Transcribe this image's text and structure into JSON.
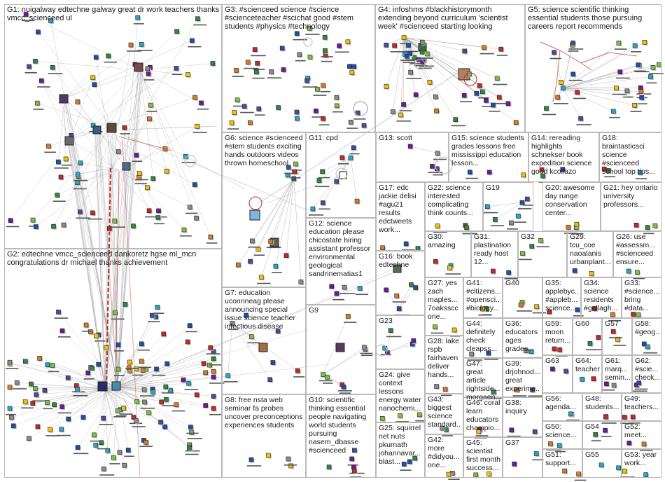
{
  "title": "",
  "colors": {
    "background": "#ffffff",
    "edge": "#9a9a9a",
    "strong_edge": "#c62828",
    "box_border": "#b9b9b9",
    "node_palette": [
      "#1f4fa8",
      "#2e8b3a",
      "#6a1b9a",
      "#c62828",
      "#f2c200",
      "#2aa7c8",
      "#7cc242",
      "#4b4b9b",
      "#d87c2a",
      "#8c8c8c"
    ]
  },
  "groups": [
    {
      "id": "G1",
      "label": "G1: nuigalway edtechne galway great dr work teachers thanks vmcc_scienceed ul"
    },
    {
      "id": "G2",
      "label": "G2: edtechne vmcc_scienceed dankoretz hgse ml_mcn congratulations dr michael thanks achievement"
    },
    {
      "id": "G3",
      "label": "G3: #scienceed science #science #scienceteacher #scichat good #stem students #physics #technology"
    },
    {
      "id": "G4",
      "label": "G4: infoshms #blackhistorymonth extending beyond curriculum 'scientist week' #scienceed starting looking"
    },
    {
      "id": "G5",
      "label": "G5: science scientific thinking essential students those pursuing careers report recommends"
    },
    {
      "id": "G6",
      "label": "G6: science #scienceed #stem students exciting hands outdoors videos thrown homeschool"
    },
    {
      "id": "G7",
      "label": "G7: education uconnneag please announcing special issue science teacher infectious disease"
    },
    {
      "id": "G8",
      "label": "G8: free nsta web seminar fa probes uncover preconceptions experiences students"
    },
    {
      "id": "G9",
      "label": "G9"
    },
    {
      "id": "G10",
      "label": "G10: scientific thinking essential people navigating world students pursuing nasem_dbasse #scienceed"
    },
    {
      "id": "G11",
      "label": "G11: cpd"
    },
    {
      "id": "G12",
      "label": "G12: science education please chicostate hiring assistant professor environmental geological sandrinematias1"
    },
    {
      "id": "G13",
      "label": "G13: scott"
    },
    {
      "id": "G14",
      "label": "G14: rereading highlights schnekser book expedition science good kcollazo"
    },
    {
      "id": "G15",
      "label": "G15: science students grades lessons free mississippi education lesson..."
    },
    {
      "id": "G16",
      "label": "G16: book edtechne"
    },
    {
      "id": "G17",
      "label": "G17: edc jackie delisi #agu21 results edctweets work..."
    },
    {
      "id": "G18",
      "label": "G18: braintasticsci science #scienceed school top tips..."
    },
    {
      "id": "G19",
      "label": "G19"
    },
    {
      "id": "G20",
      "label": "G20: awesome day runge conservation center..."
    },
    {
      "id": "G21",
      "label": "G21: hey ontario university professors..."
    },
    {
      "id": "G22",
      "label": "G22: science interested complicating think counts..."
    },
    {
      "id": "G23",
      "label": "G23"
    },
    {
      "id": "G24",
      "label": "G24: give context lessons energy water nanochemi..."
    },
    {
      "id": "G25",
      "label": "G25: squirrel net nuts pkurnath johannavar... blast..."
    },
    {
      "id": "G26",
      "label": "G26: use #assessm... #scienceed ensure..."
    },
    {
      "id": "G27",
      "label": "G27: yes zach maples... 7oaksscc one..."
    },
    {
      "id": "G28",
      "label": "G28: lake rspb fairhaven deliver hands..."
    },
    {
      "id": "G29",
      "label": "G29: tcu_coe naoalanis urbanplant..."
    },
    {
      "id": "G30",
      "label": "G30: amazing"
    },
    {
      "id": "G31",
      "label": "G31: plastination ready host 12..."
    },
    {
      "id": "G32",
      "label": "G32"
    },
    {
      "id": "G33",
      "label": "G33: #science... bring #data..."
    },
    {
      "id": "G34",
      "label": "G34: science residents #gallagh..."
    },
    {
      "id": "G35",
      "label": "G35: applebyc... #appleb... science..."
    },
    {
      "id": "G36",
      "label": "G36: educators ages grades..."
    },
    {
      "id": "G37",
      "label": "G37"
    },
    {
      "id": "G38",
      "label": "G38: inquiry"
    },
    {
      "id": "G39",
      "label": "G39: drjohnod... great experime..."
    },
    {
      "id": "G40",
      "label": "G40"
    },
    {
      "id": "G41",
      "label": "G41: #citizens... #opensci... #biology..."
    },
    {
      "id": "G42",
      "label": "G42: more #didyou... one..."
    },
    {
      "id": "G43",
      "label": "G43: biggest science standard..."
    },
    {
      "id": "G44",
      "label": "G44: definitely check cleapss..."
    },
    {
      "id": "G45",
      "label": "G45: scientist first month success..."
    },
    {
      "id": "G46",
      "label": "G46: coral learn educators champio..."
    },
    {
      "id": "G47",
      "label": "G47: great article rightside... morgaen..."
    },
    {
      "id": "G48",
      "label": "G48: students..."
    },
    {
      "id": "G49",
      "label": "G49: teachers..."
    },
    {
      "id": "G50",
      "label": "G50: science..."
    },
    {
      "id": "G51",
      "label": "G51: support..."
    },
    {
      "id": "G52",
      "label": "G52: meet..."
    },
    {
      "id": "G53",
      "label": "G53: year work..."
    },
    {
      "id": "G54",
      "label": "G54"
    },
    {
      "id": "G55",
      "label": "G55"
    },
    {
      "id": "G56",
      "label": "G56: agenda..."
    },
    {
      "id": "G57",
      "label": "G57"
    },
    {
      "id": "G58",
      "label": "G58: #geog..."
    },
    {
      "id": "G59",
      "label": "G59: moon return..."
    },
    {
      "id": "G60",
      "label": "G60"
    },
    {
      "id": "G61",
      "label": "G61: marq... semin..."
    },
    {
      "id": "G62",
      "label": "G62: #scie... check..."
    },
    {
      "id": "G63",
      "label": "G63"
    },
    {
      "id": "G64",
      "label": "G64: teacher"
    }
  ]
}
